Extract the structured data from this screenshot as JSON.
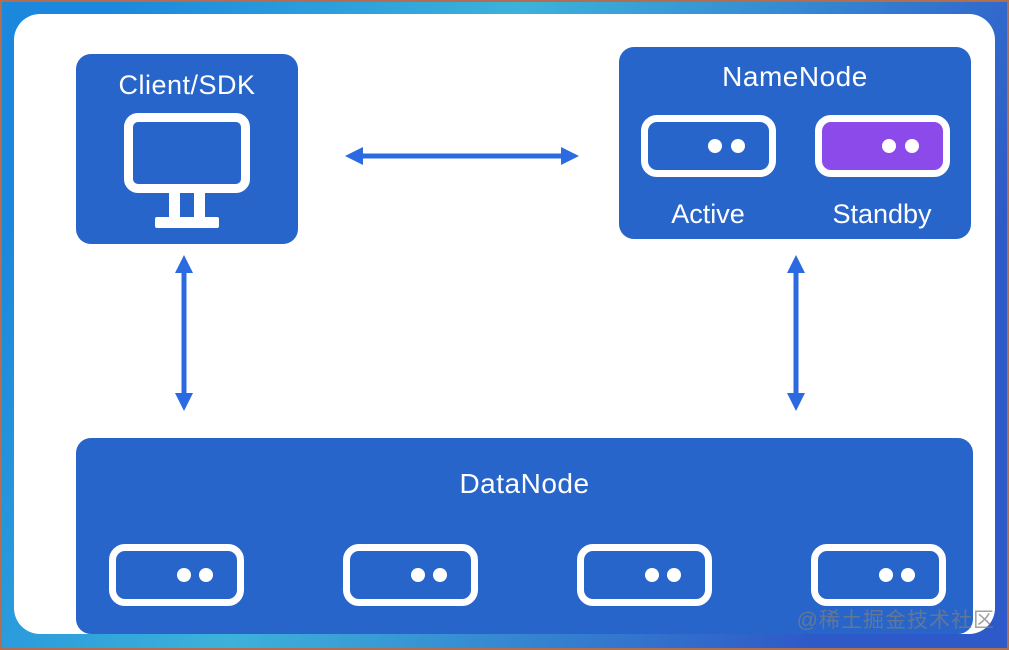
{
  "diagram": {
    "client_box": {
      "title": "Client/SDK",
      "icon": "monitor-icon"
    },
    "namenode_box": {
      "title": "NameNode",
      "nodes": [
        {
          "label": "Active",
          "variant": "outline"
        },
        {
          "label": "Standby",
          "variant": "purple-filled"
        }
      ]
    },
    "datanode_box": {
      "title": "DataNode",
      "server_count": 4
    },
    "arrows": [
      {
        "name": "client-namenode",
        "direction": "horizontal-bidirectional"
      },
      {
        "name": "client-datanode",
        "direction": "vertical-bidirectional"
      },
      {
        "name": "namenode-datanode",
        "direction": "vertical-bidirectional"
      }
    ],
    "watermark": "@稀土掘金技术社区",
    "colors": {
      "node_blue": "#2765cb",
      "standby_purple": "#8d4aeb",
      "arrow_blue": "#2b6ae0",
      "frame_blue": "#1b87dd",
      "frame_cyan": "#3cb2da",
      "frame_royal": "#2e59c8",
      "frame_edge_brown": "#b06f51",
      "watermark_gray": "#7d7d7d"
    }
  }
}
